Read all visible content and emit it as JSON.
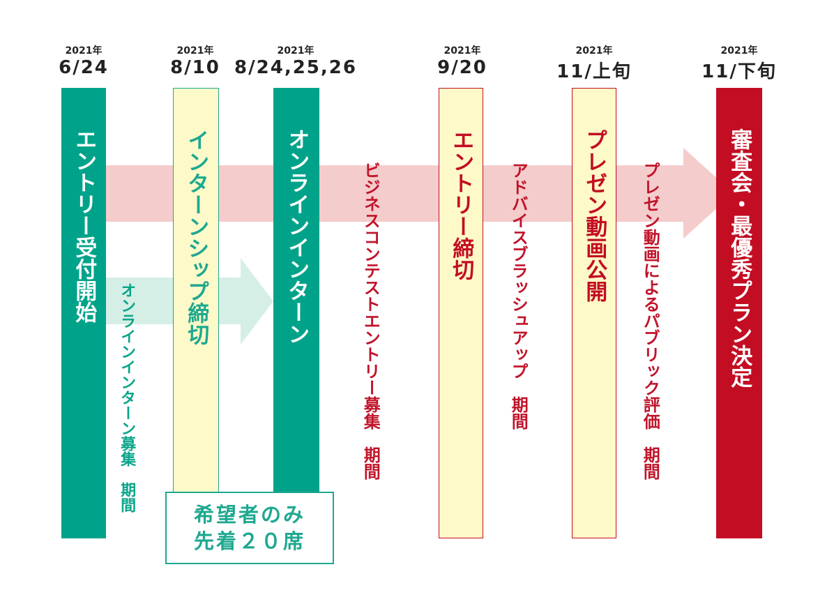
{
  "milestones": [
    {
      "year": "2021年",
      "date": "6/24",
      "label": "エントリー受付開始"
    },
    {
      "year": "2021年",
      "date": "8/10",
      "label": "インターンシップ締切"
    },
    {
      "year": "2021年",
      "date": "8/24,25,26",
      "label": "オンラインインターン"
    },
    {
      "year": "2021年",
      "date": "9/20",
      "label": "エントリー締切"
    },
    {
      "year": "2021年",
      "date": "11/上旬",
      "label": "プレゼン動画公開"
    },
    {
      "year": "2021年",
      "date": "11/下旬",
      "label": "審査会・最優秀プラン決定"
    }
  ],
  "periods": {
    "internship": [
      "オンライン",
      "インターン募集　期間"
    ],
    "business_contest": [
      "ビジネスコンテスト",
      "エントリー募集　期間"
    ],
    "advice": [
      "アドバイス",
      "ブラッシュアップ　期間"
    ],
    "public_eval": [
      "プレゼン動画による",
      "パブリック評価　期間"
    ]
  },
  "note": {
    "line1": "希望者のみ",
    "line2": "先着２０席"
  },
  "colors": {
    "teal": "#00a38a",
    "red": "#c30d23",
    "cream": "#fdf9c8",
    "pink_arrow": "#f4cccc",
    "mint_arrow": "#d6efe6"
  }
}
